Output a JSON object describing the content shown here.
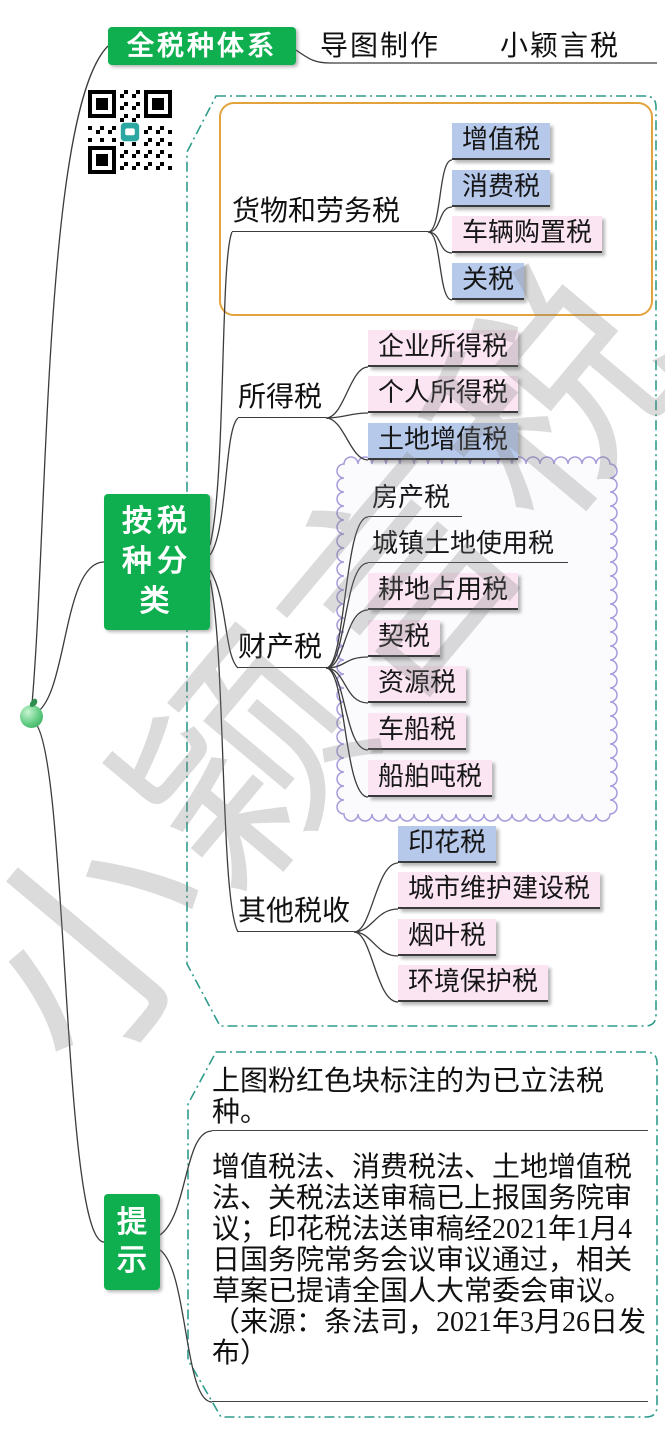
{
  "header": {
    "title": "全税种体系",
    "credit": "导图制作　　小颖言税"
  },
  "watermark": "小颖言税",
  "colors": {
    "topic_green": "#0FAF50",
    "leaf_blue": "#B7C9EB",
    "leaf_pink": "#FBE5F3",
    "boundary_orange": "#E2A33E",
    "boundary_teal": "#2F9C8C",
    "boundary_purple": "#A79BDB"
  },
  "classification": {
    "label": "按税种分类",
    "branches": [
      {
        "label": "货物和劳务税",
        "children": [
          {
            "text": "增值税",
            "style": "blue"
          },
          {
            "text": "消费税",
            "style": "blue"
          },
          {
            "text": "车辆购置税",
            "style": "pink"
          },
          {
            "text": "关税",
            "style": "blue"
          }
        ]
      },
      {
        "label": "所得税",
        "children": [
          {
            "text": "企业所得税",
            "style": "pink"
          },
          {
            "text": "个人所得税",
            "style": "pink"
          },
          {
            "text": "土地增值税",
            "style": "blue"
          }
        ]
      },
      {
        "label": "财产税",
        "children": [
          {
            "text": "房产税",
            "style": "plain"
          },
          {
            "text": "城镇土地使用税",
            "style": "plain"
          },
          {
            "text": "耕地占用税",
            "style": "pink"
          },
          {
            "text": "契税",
            "style": "pink"
          },
          {
            "text": "资源税",
            "style": "pink"
          },
          {
            "text": "车船税",
            "style": "pink"
          },
          {
            "text": "船舶吨税",
            "style": "pink"
          }
        ]
      },
      {
        "label": "其他税收",
        "children": [
          {
            "text": "印花税",
            "style": "blue"
          },
          {
            "text": "城市维护建设税",
            "style": "pink"
          },
          {
            "text": "烟叶税",
            "style": "pink"
          },
          {
            "text": "环境保护税",
            "style": "pink"
          }
        ]
      }
    ]
  },
  "notes": {
    "label": "提示",
    "items": [
      "上图粉红色块标注的为已立法税种。",
      "增值税法、消费税法、土地增值税法、关税法送审稿已上报国务院审议；印花税法送审稿经2021年1月4日国务院常务会议审议通过，相关草案已提请全国人大常委会审议。（来源：条法司，2021年3月26日发布）"
    ]
  }
}
